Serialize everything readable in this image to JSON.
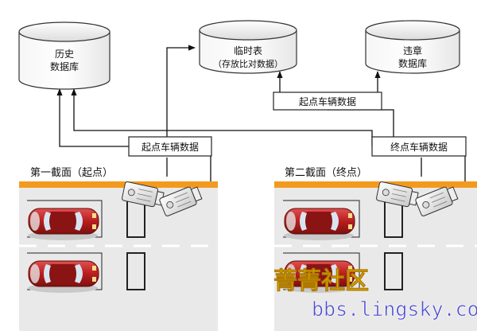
{
  "databases": {
    "history": {
      "line1": "历史",
      "line2": "数据库"
    },
    "temp": {
      "line1": "临时表",
      "line2": "（存放比对数据）"
    },
    "violation": {
      "line1": "违章",
      "line2": "数据库"
    }
  },
  "data_boxes": {
    "start_top": "起点车辆数据",
    "start_mid": "起点车辆数据",
    "end_mid": "终点车辆数据"
  },
  "sections": {
    "first": "第一截面（起点）",
    "second": "第二截面（终点）"
  },
  "watermark": {
    "name": "菁菁社区",
    "url": "bbs.lingsky.com"
  },
  "colors": {
    "road": "#e9e9e9",
    "curb": "#f39a1e",
    "car_body": "#b81e1e",
    "watermark_name": "#f2c200",
    "watermark_url": "#4f4fd0"
  }
}
